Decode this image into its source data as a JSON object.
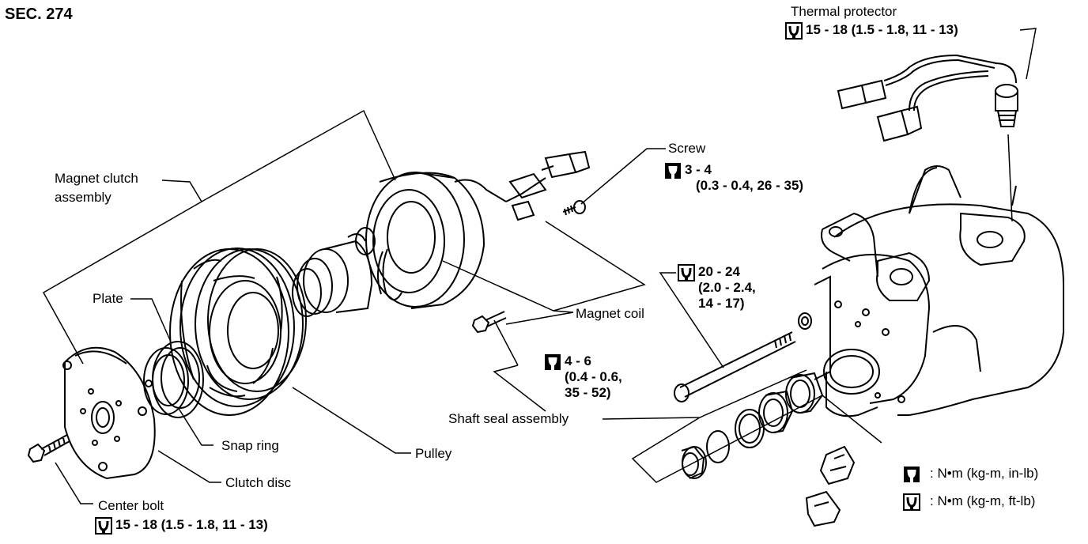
{
  "section": "SEC. 274",
  "labels": {
    "thermal_protector": "Thermal protector",
    "thermal_torque": "15 - 18 (1.5 - 1.8, 11 - 13)",
    "screw": "Screw",
    "screw_torque_1": "3 - 4",
    "screw_torque_2": "(0.3 - 0.4, 26 - 35)",
    "magnet_clutch_1": "Magnet clutch",
    "magnet_clutch_2": "assembly",
    "plate": "Plate",
    "magnet_coil": "Magnet coil",
    "bolt_torque_1": "20 - 24",
    "bolt_torque_2": "(2.0 - 2.4,",
    "bolt_torque_3": "14 - 17)",
    "coil_torque_1": "4 - 6",
    "coil_torque_2": "(0.4 - 0.6,",
    "coil_torque_3": "35 - 52)",
    "shaft_seal": "Shaft seal assembly",
    "snap_ring": "Snap ring",
    "pulley": "Pulley",
    "clutch_disc": "Clutch disc",
    "center_bolt": "Center bolt",
    "center_torque": "15 - 18 (1.5 - 1.8, 11 - 13)"
  },
  "legend": {
    "in_lb": ": N•m (kg-m, in-lb)",
    "ft_lb": ": N•m (kg-m, ft-lb)"
  },
  "icons": [
    "torque-wrench-ft-lb-icon",
    "torque-wrench-in-lb-icon"
  ]
}
